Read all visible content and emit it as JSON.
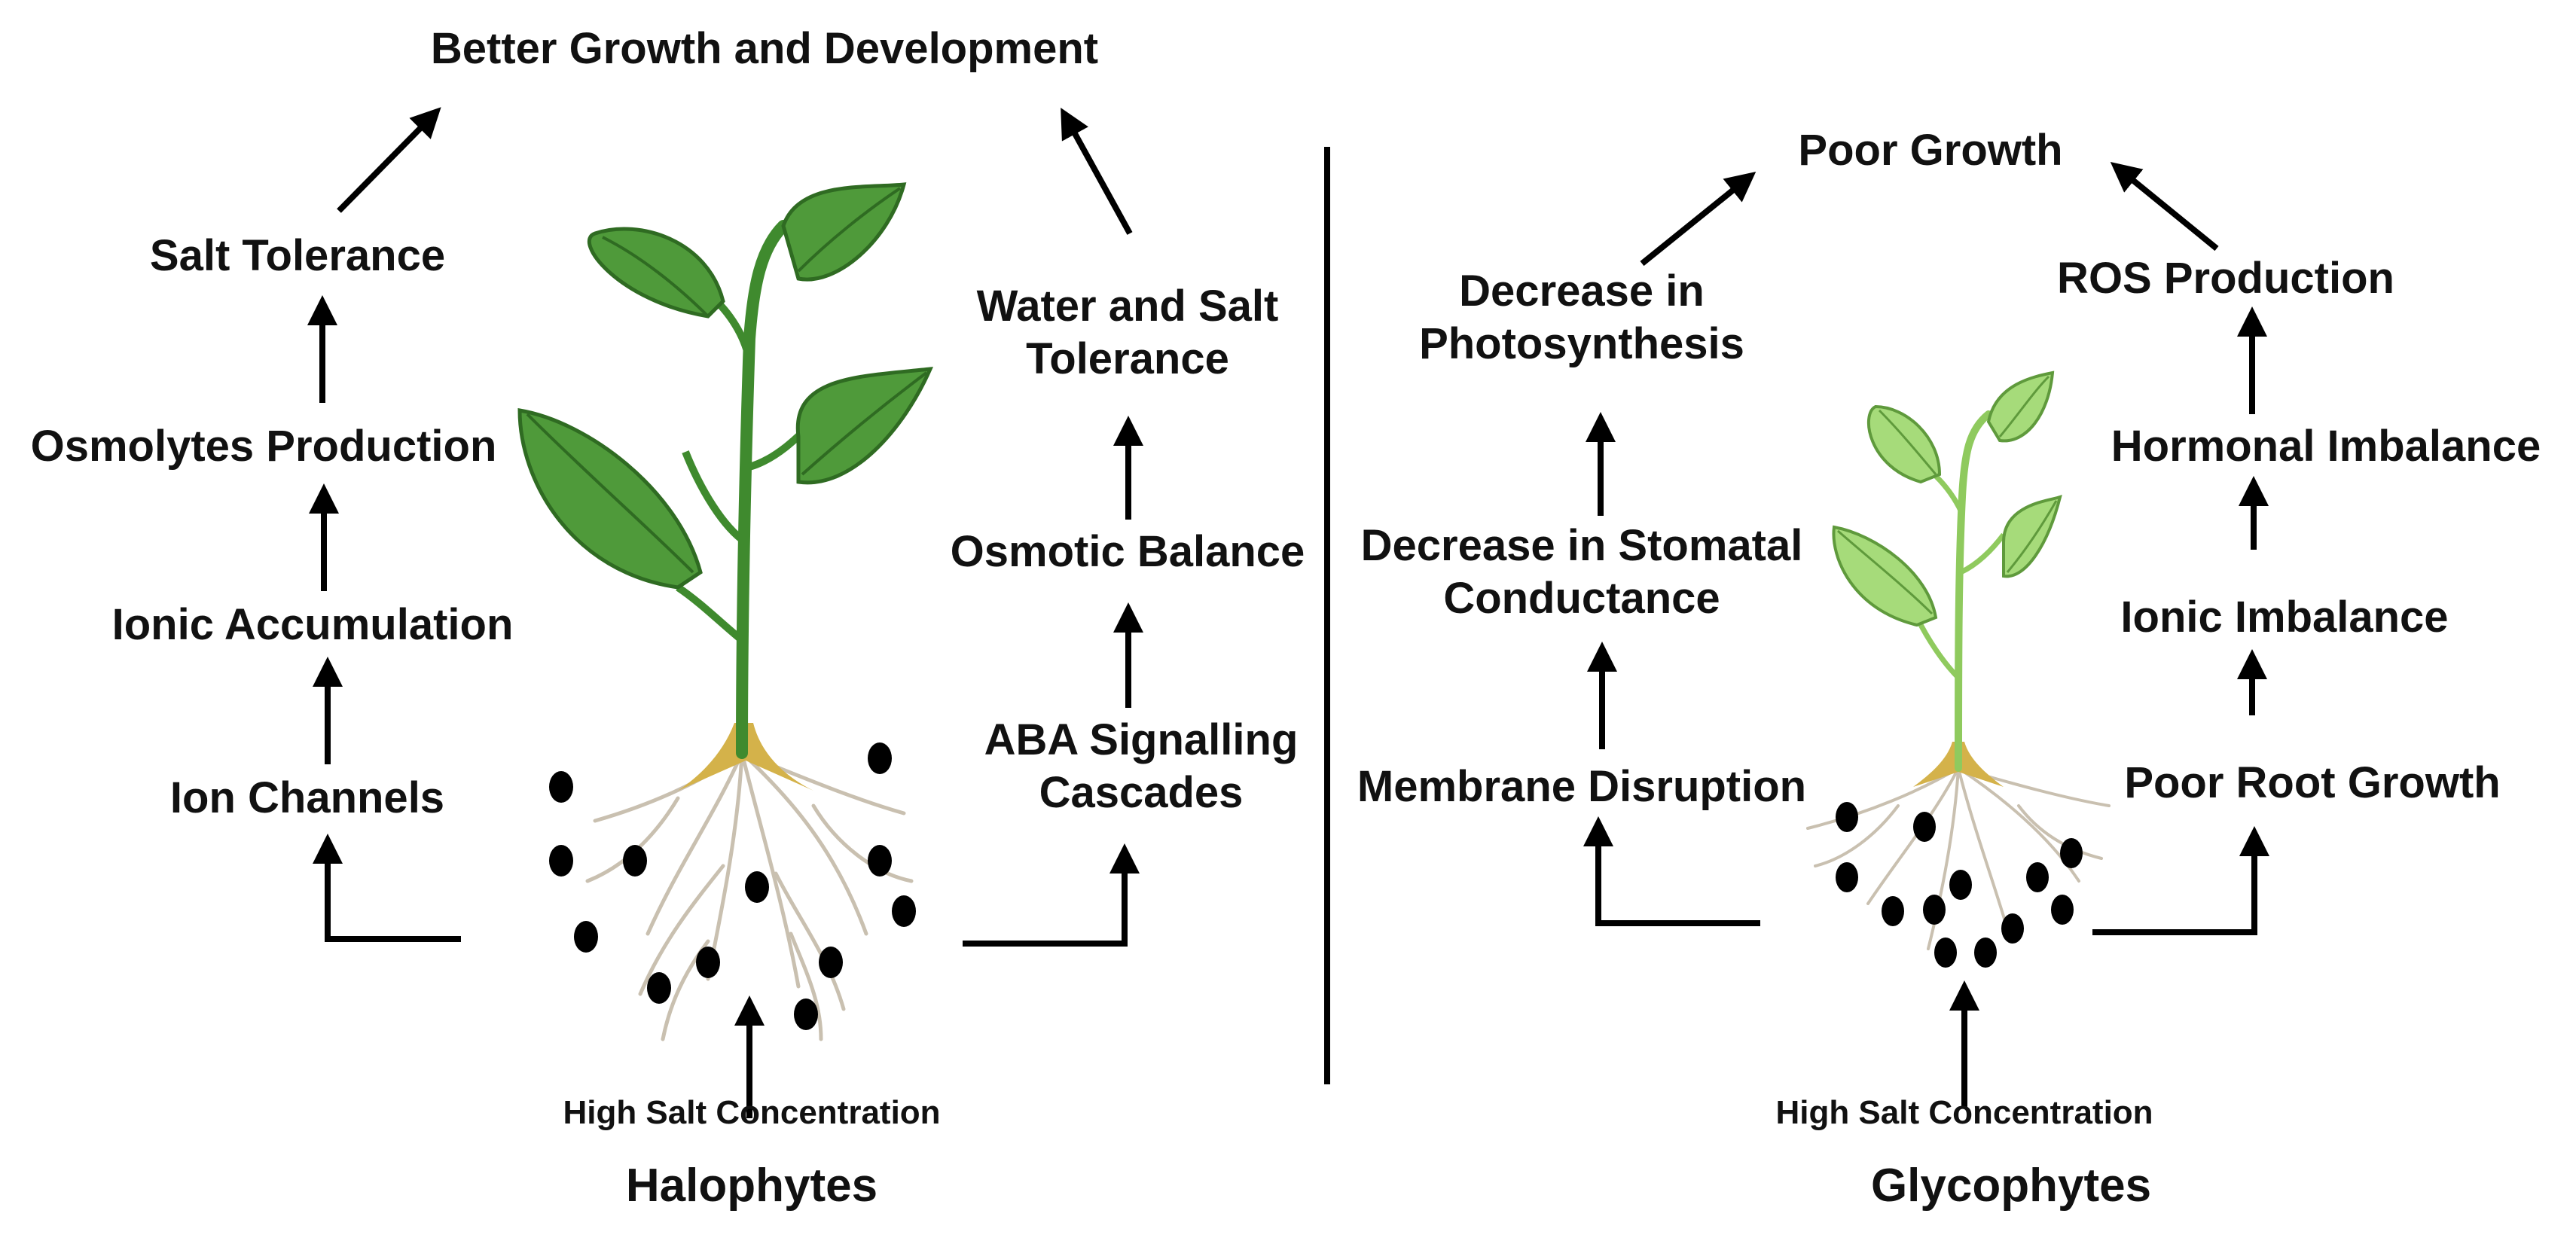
{
  "halophytes": {
    "label": "Halophytes",
    "stimulus": "High Salt Concentration",
    "outcome": "Better Growth and Development",
    "left_chain": [
      "Ion Channels",
      "Ionic Accumulation",
      "Osmolytes Production",
      "Salt Tolerance"
    ],
    "right_chain": [
      "ABA Signalling Cascades",
      "Osmotic Balance",
      "Water and Salt Tolerance"
    ],
    "right_chain_lines": {
      "aba": [
        "ABA Signalling",
        "Cascades"
      ],
      "water": [
        "Water and Salt",
        "Tolerance"
      ]
    }
  },
  "glycophytes": {
    "label": "Glycophytes",
    "stimulus": "High Salt Concentration",
    "outcome": "Poor Growth",
    "left_chain": [
      "Membrane Disruption",
      "Decrease in Stomatal Conductance",
      "Decrease in Photosynthesis"
    ],
    "left_chain_lines": {
      "stomatal": [
        "Decrease in Stomatal",
        "Conductance"
      ],
      "photo": [
        "Decrease in",
        "Photosynthesis"
      ]
    },
    "right_chain": [
      "Poor Root Growth",
      "Ionic Imbalance",
      "Hormonal Imbalance",
      "ROS Production"
    ]
  },
  "colors": {
    "text": "#111111",
    "arrow": "#000000",
    "halophyte_leaf": "#4f9a3a",
    "halophyte_leaf_dark": "#2f6b22",
    "glycophyte_leaf": "#a6db7a",
    "glycophyte_leaf_dark": "#5f9a3c",
    "root": "#c9c0b0",
    "root_base": "#d4b24a",
    "salt": "#000000"
  }
}
